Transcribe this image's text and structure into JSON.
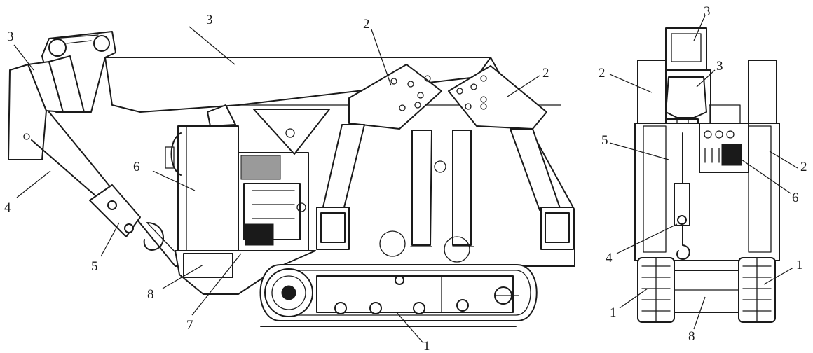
{
  "side_view": {
    "labels": [
      {
        "id": "track",
        "text": "1"
      },
      {
        "id": "outrigger-left",
        "text": "2"
      },
      {
        "id": "outrigger-right",
        "text": "2"
      },
      {
        "id": "boom-top",
        "text": "3"
      },
      {
        "id": "boom-tip",
        "text": "3"
      },
      {
        "id": "winch-rope",
        "text": "4"
      },
      {
        "id": "hook-block",
        "text": "5"
      },
      {
        "id": "control-cabinet",
        "text": "6"
      },
      {
        "id": "engine",
        "text": "7"
      },
      {
        "id": "base-frame",
        "text": "8"
      }
    ]
  },
  "front_view": {
    "labels": [
      {
        "id": "boom-head",
        "text": "3"
      },
      {
        "id": "boom-body",
        "text": "3"
      },
      {
        "id": "outrigger-left",
        "text": "2"
      },
      {
        "id": "outrigger-right",
        "text": "2"
      },
      {
        "id": "hook-block",
        "text": "5"
      },
      {
        "id": "control-panel",
        "text": "6"
      },
      {
        "id": "winch-rope",
        "text": "4"
      },
      {
        "id": "track-left",
        "text": "1"
      },
      {
        "id": "track-right",
        "text": "1"
      },
      {
        "id": "base-frame",
        "text": "8"
      }
    ]
  }
}
